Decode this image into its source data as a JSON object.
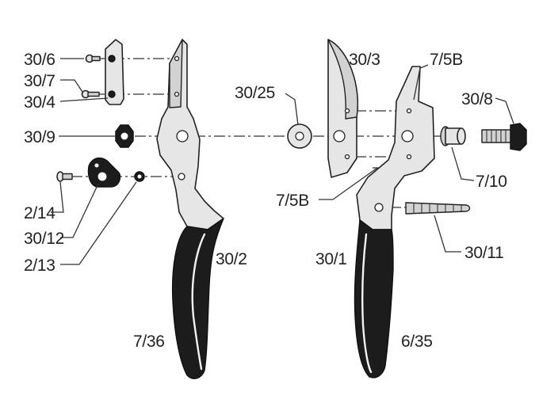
{
  "labels": {
    "l_30_6": "30/6",
    "l_30_7": "30/7",
    "l_30_4": "30/4",
    "l_30_9": "30/9",
    "l_2_14": "2/14",
    "l_30_12": "30/12",
    "l_2_13": "2/13",
    "l_30_2": "30/2",
    "l_7_36": "7/36",
    "l_30_25": "30/25",
    "l_30_3": "30/3",
    "l_7_5b_top": "7/5B",
    "l_30_8": "30/8",
    "l_7_10": "7/10",
    "l_7_5b_mid": "7/5B",
    "l_30_1": "30/1",
    "l_30_11": "30/11",
    "l_6_35": "6/35"
  },
  "colors": {
    "grip": "#1c1c1c",
    "metal": "#e6e6e6",
    "line": "#333333"
  }
}
